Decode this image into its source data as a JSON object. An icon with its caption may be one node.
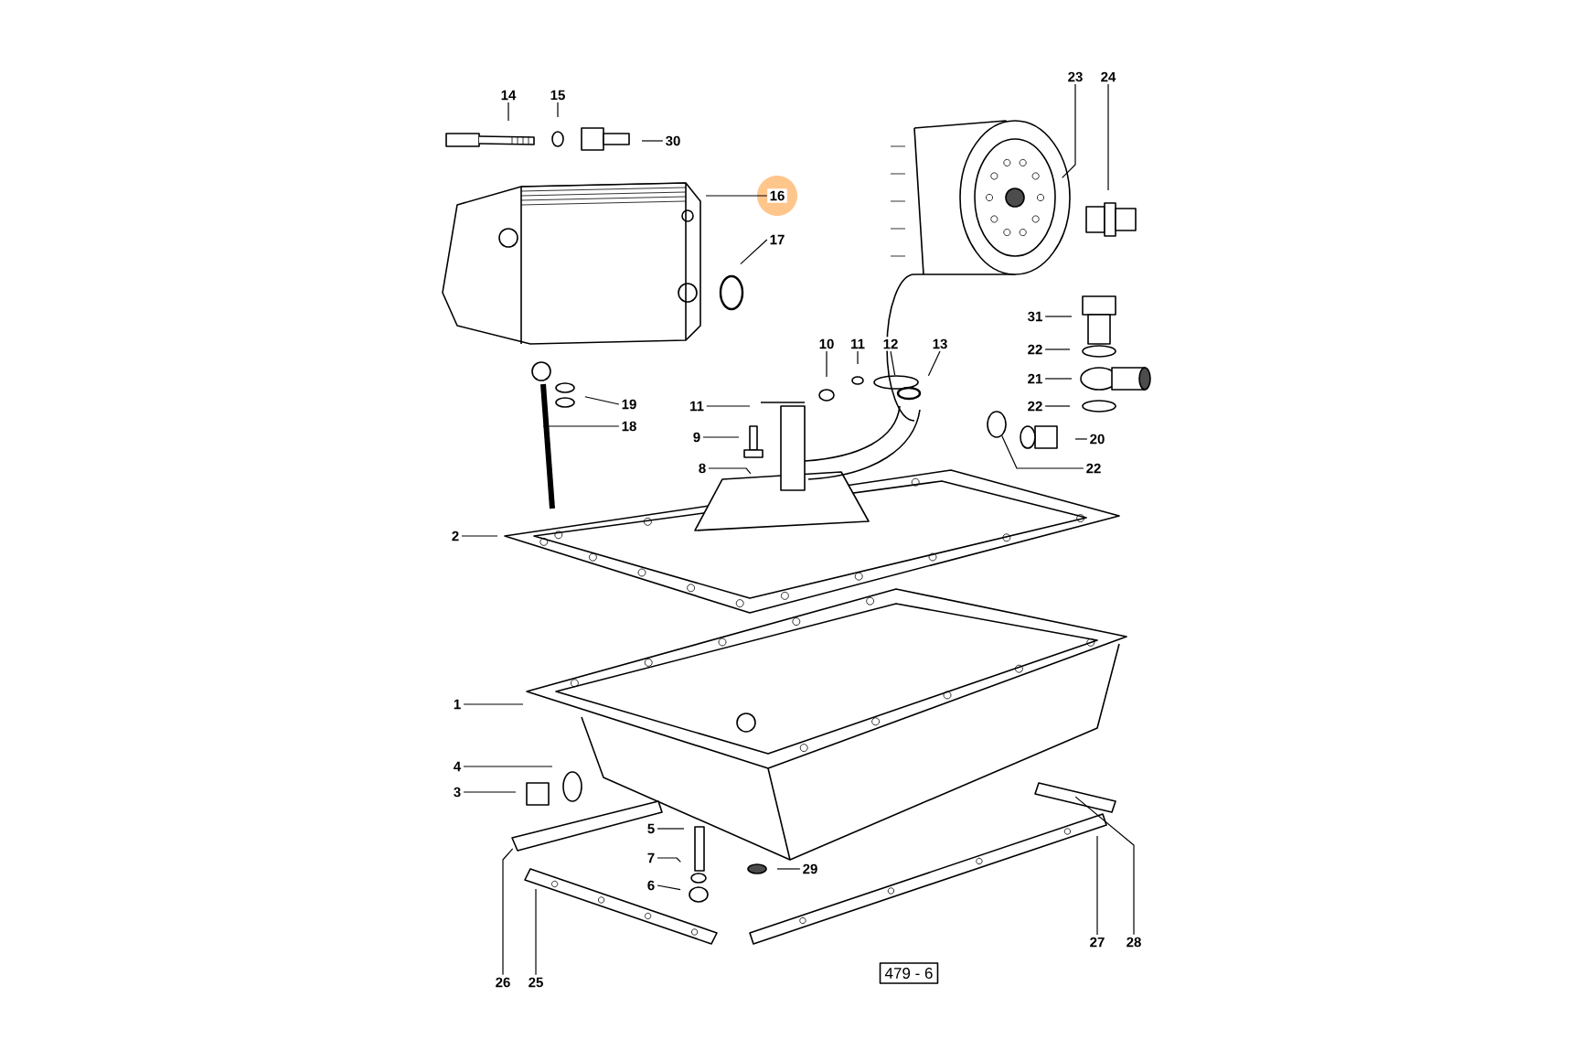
{
  "diagram": {
    "nodes": [
      {
        "text": [
          "14"
        ]
      },
      {
        "text": [
          "15"
        ]
      },
      {
        "text": [
          "30"
        ]
      },
      {
        "text": [
          "16"
        ]
      },
      {
        "text": [
          "17"
        ]
      },
      {
        "text": [
          "23"
        ]
      },
      {
        "text": [
          "24"
        ]
      },
      {
        "text": [
          "10"
        ]
      },
      {
        "text": [
          "11"
        ]
      },
      {
        "text": [
          "12"
        ]
      },
      {
        "text": [
          "13"
        ]
      },
      {
        "text": [
          "31"
        ]
      },
      {
        "text": [
          "22"
        ]
      },
      {
        "text": [
          "21"
        ]
      },
      {
        "text": [
          "22"
        ]
      },
      {
        "text": [
          "20"
        ]
      },
      {
        "text": [
          "22"
        ]
      },
      {
        "text": [
          "19"
        ]
      },
      {
        "text": [
          "18"
        ]
      },
      {
        "text": [
          "11"
        ]
      },
      {
        "text": [
          "9"
        ]
      },
      {
        "text": [
          "8"
        ]
      },
      {
        "text": [
          "2"
        ]
      },
      {
        "text": [
          "1"
        ]
      },
      {
        "text": [
          "4"
        ]
      },
      {
        "text": [
          "3"
        ]
      },
      {
        "text": [
          "5"
        ]
      },
      {
        "text": [
          "7"
        ]
      },
      {
        "text": [
          "6"
        ]
      },
      {
        "text": [
          "29"
        ]
      },
      {
        "text": [
          "26"
        ]
      },
      {
        "text": [
          "25"
        ]
      },
      {
        "text": [
          "27"
        ]
      },
      {
        "text": [
          "28"
        ]
      },
      {
        "text": [],
        "shape": "circle"
      },
      {
        "text": [],
        "shape": "circle"
      }
    ],
    "edges": [
      {
        "from": 0,
        "to": null,
        "arrow": "none"
      },
      {
        "from": 1,
        "to": null,
        "arrow": "none"
      },
      {
        "from": 2,
        "to": null,
        "arrow": "none"
      },
      {
        "from": 3,
        "to": null,
        "arrow": "none"
      },
      {
        "from": 4,
        "to": null,
        "arrow": "none"
      },
      {
        "from": 5,
        "to": null,
        "arrow": "none"
      },
      {
        "from": 6,
        "to": null,
        "arrow": "none"
      },
      {
        "from": 7,
        "to": null,
        "arrow": "none"
      },
      {
        "from": 8,
        "to": null,
        "arrow": "none"
      },
      {
        "from": 9,
        "to": 34,
        "arrow": "none"
      },
      {
        "from": 10,
        "to": null,
        "arrow": "none"
      },
      {
        "from": 11,
        "to": null,
        "arrow": "none"
      },
      {
        "from": 12,
        "to": null,
        "arrow": "none"
      },
      {
        "from": 13,
        "to": null,
        "arrow": "none"
      },
      {
        "from": 14,
        "to": null,
        "arrow": "none"
      },
      {
        "from": 15,
        "to": null,
        "arrow": "none"
      },
      {
        "from": 16,
        "to": 35,
        "arrow": "none"
      },
      {
        "from": 17,
        "to": null,
        "arrow": "none"
      },
      {
        "from": 18,
        "to": null,
        "arrow": "none"
      },
      {
        "from": 19,
        "to": null,
        "arrow": "none"
      },
      {
        "from": 20,
        "to": null,
        "arrow": "none"
      },
      {
        "from": 21,
        "to": null,
        "arrow": "none"
      },
      {
        "from": 22,
        "to": null,
        "arrow": "none"
      },
      {
        "from": 23,
        "to": null,
        "arrow": "none"
      },
      {
        "from": 24,
        "to": null,
        "arrow": "none"
      },
      {
        "from": 25,
        "to": null,
        "arrow": "none"
      },
      {
        "from": 26,
        "to": null,
        "arrow": "none"
      },
      {
        "from": 27,
        "to": null,
        "arrow": "none"
      },
      {
        "from": 28,
        "to": null,
        "arrow": "none"
      },
      {
        "from": 29,
        "to": null,
        "arrow": "none"
      },
      {
        "from": 30,
        "to": null,
        "arrow": "none"
      },
      {
        "from": 31,
        "to": null,
        "arrow": "none"
      },
      {
        "from": 32,
        "to": null,
        "arrow": "none"
      },
      {
        "from": 33,
        "to": null,
        "arrow": "none"
      }
    ],
    "labels": [
      "479 - 6"
    ]
  }
}
